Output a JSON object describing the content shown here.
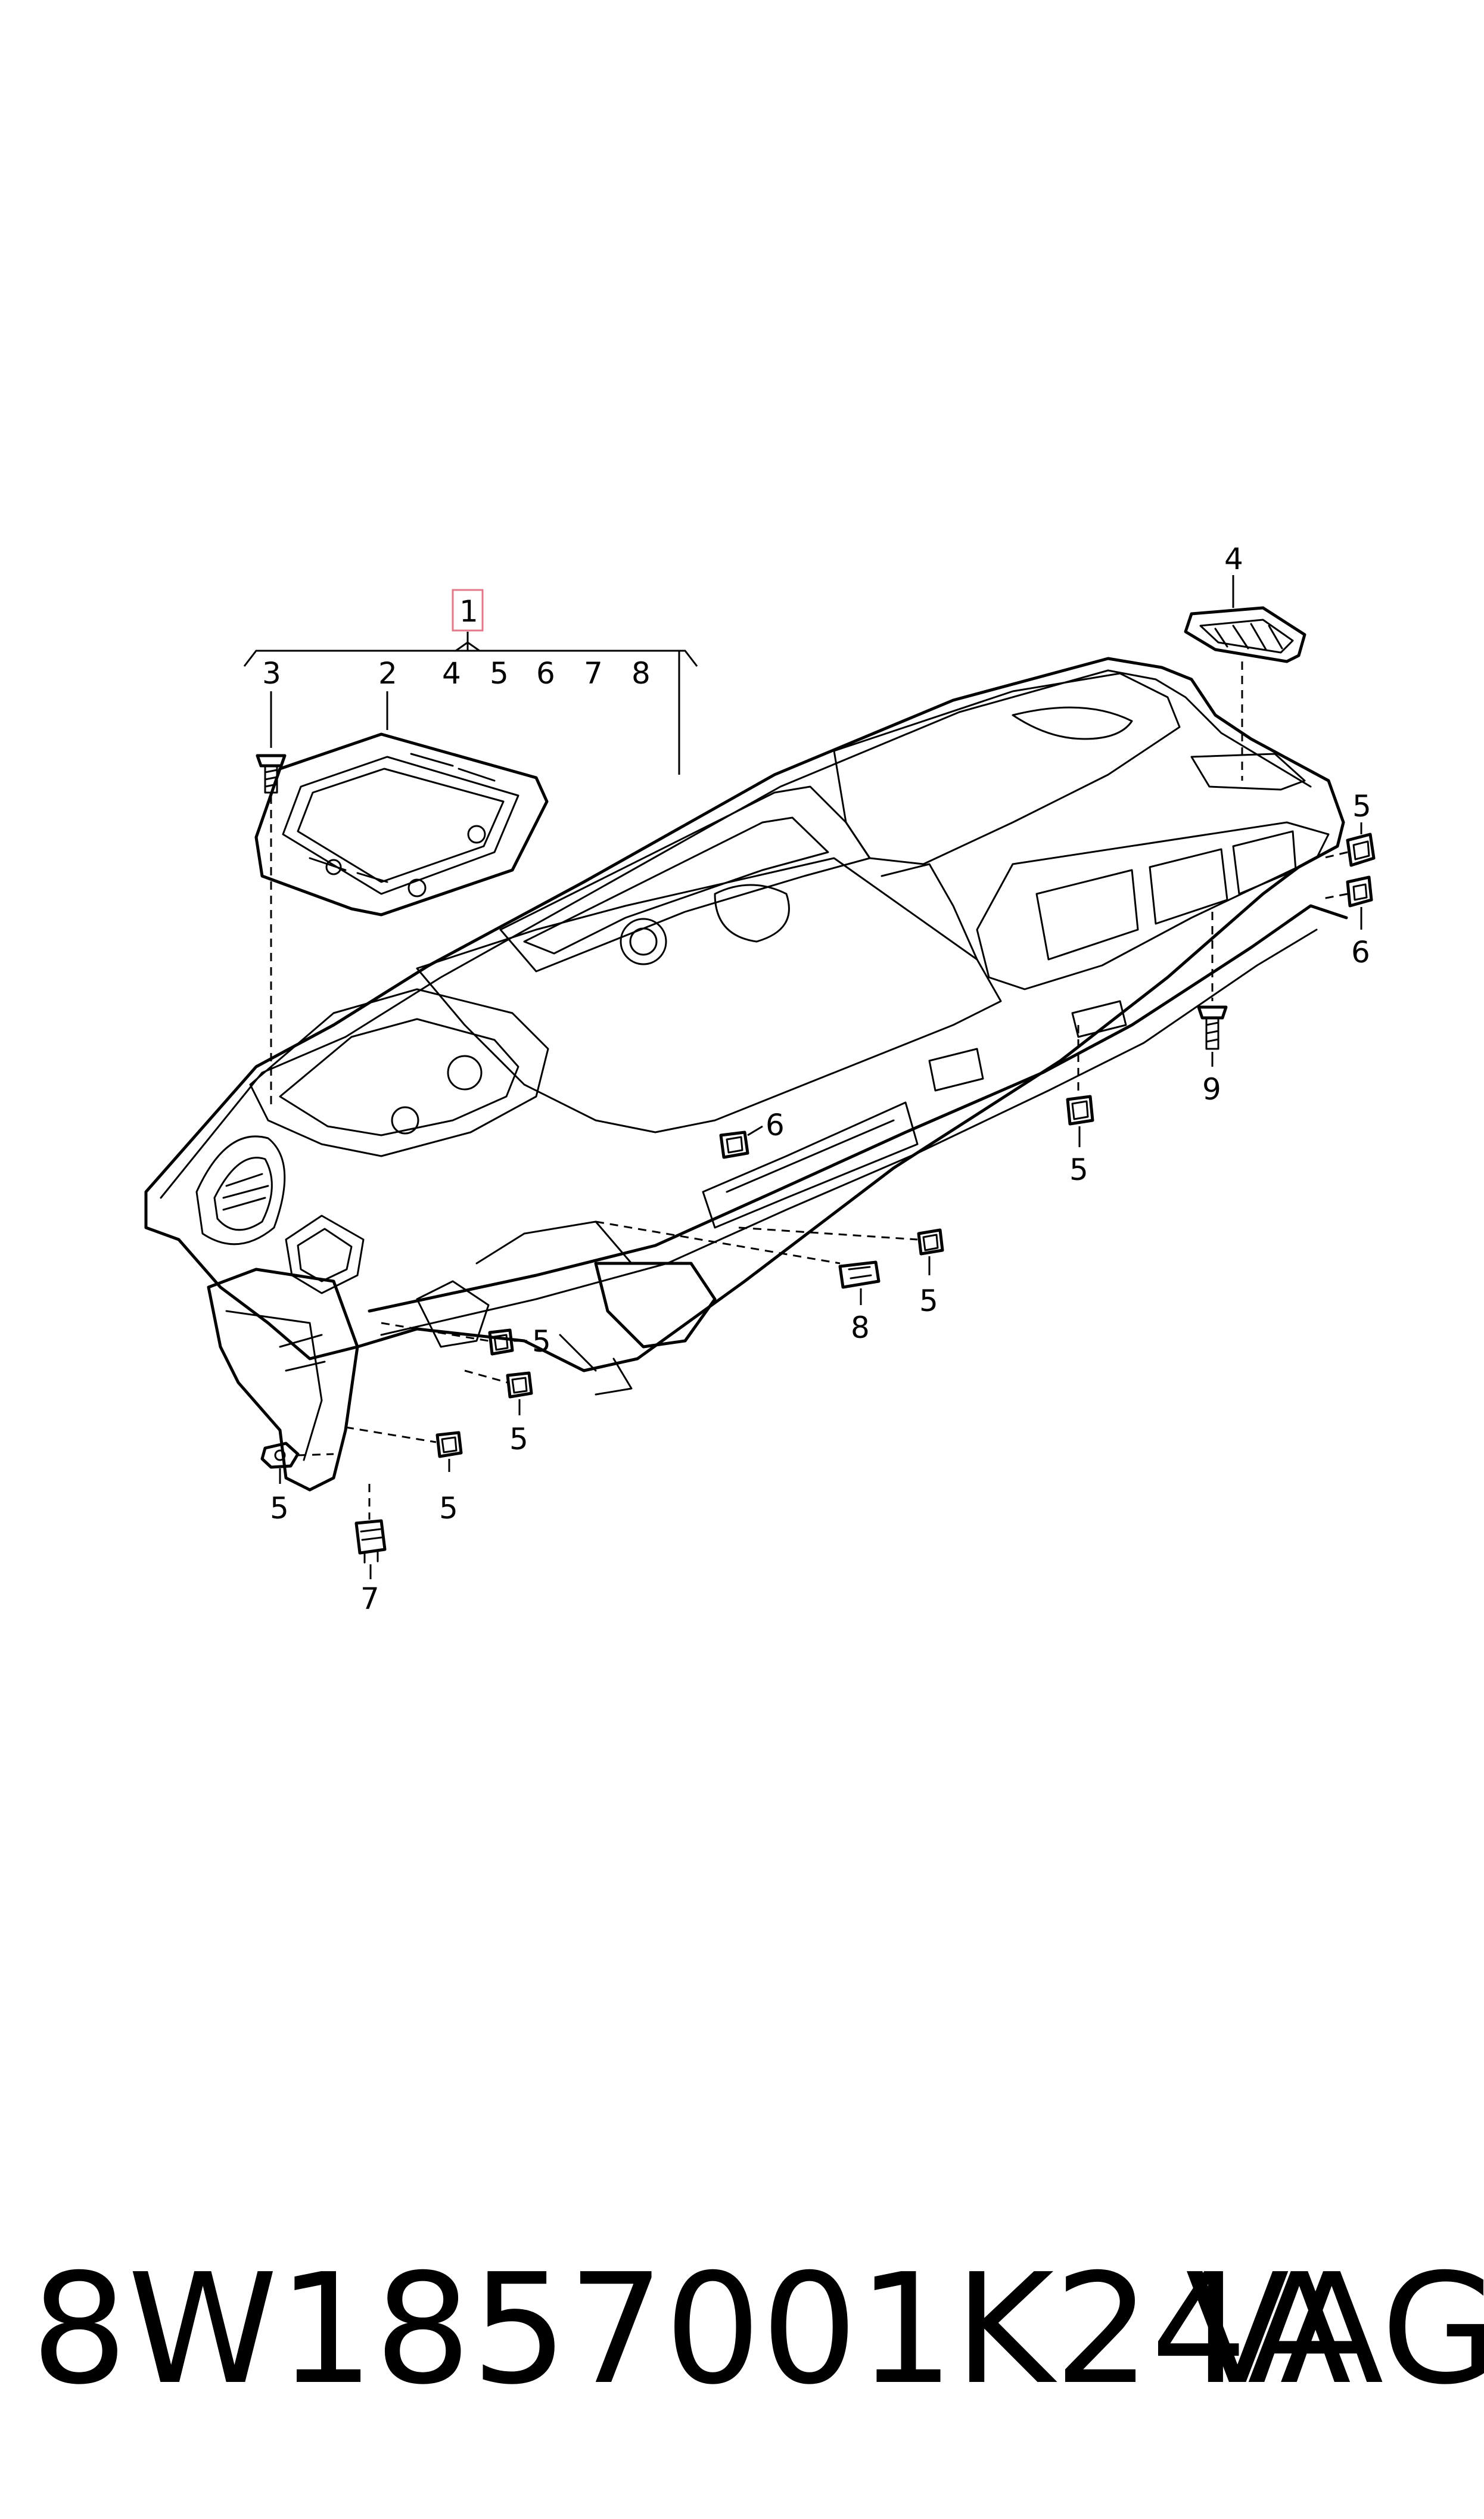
{
  "diagram": {
    "callouts": {
      "main_part": "1",
      "group": [
        "3",
        "2",
        "4",
        "5",
        "6",
        "7",
        "8"
      ],
      "vent": "4",
      "screw_left": "3",
      "frame": "2",
      "clip_right_top": "5",
      "clip_right_bottom": "6",
      "screw_right": "9",
      "clip_center_6": "6",
      "clip_mid_right": "5",
      "clip_mid": "5",
      "clip_center_8": "8",
      "clip_left_a": "5",
      "clip_left_b": "5",
      "clip_left_c": "5",
      "clip_left_d": "5",
      "clip_bottom_7": "7"
    },
    "highlight_color": "#e07a8a"
  },
  "footer": {
    "part_number": "8W1857001K24A",
    "brand": "VAG"
  }
}
